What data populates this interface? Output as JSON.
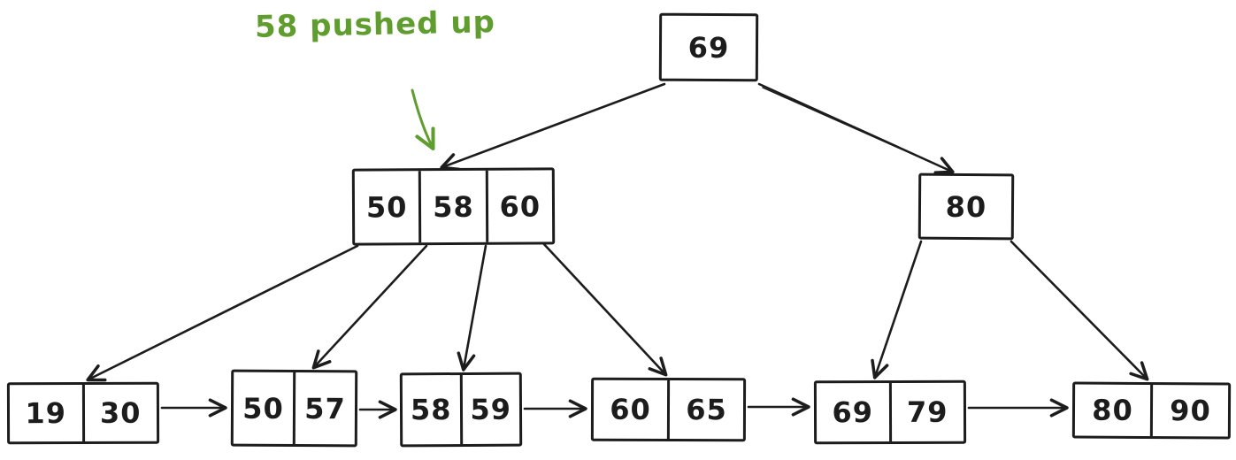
{
  "colors": {
    "ink": "#1c1c1c",
    "accent_green": "#5f9e2e",
    "background": "#ffffff"
  },
  "annotation": {
    "text": "58 pushed up",
    "points_to": "internal-left-node"
  },
  "tree": {
    "type": "b-plus-tree",
    "root": {
      "keys": [
        "69"
      ]
    },
    "internal": [
      {
        "id": "internal-left",
        "keys": [
          "50",
          "58",
          "60"
        ]
      },
      {
        "id": "internal-right",
        "keys": [
          "80"
        ]
      }
    ],
    "leaves": [
      {
        "id": "leaf-1",
        "keys": [
          "19",
          "30"
        ]
      },
      {
        "id": "leaf-2",
        "keys": [
          "50",
          "57"
        ]
      },
      {
        "id": "leaf-3",
        "keys": [
          "58",
          "59"
        ]
      },
      {
        "id": "leaf-4",
        "keys": [
          "60",
          "65"
        ]
      },
      {
        "id": "leaf-5",
        "keys": [
          "69",
          "79"
        ]
      },
      {
        "id": "leaf-6",
        "keys": [
          "80",
          "90"
        ]
      }
    ],
    "edges": [
      {
        "from": "root",
        "to": "internal-left"
      },
      {
        "from": "root",
        "to": "internal-right"
      },
      {
        "from": "internal-left",
        "to": "leaf-1"
      },
      {
        "from": "internal-left",
        "to": "leaf-2"
      },
      {
        "from": "internal-left",
        "to": "leaf-3"
      },
      {
        "from": "internal-left",
        "to": "leaf-4"
      },
      {
        "from": "internal-right",
        "to": "leaf-5"
      },
      {
        "from": "internal-right",
        "to": "leaf-6"
      },
      {
        "from": "leaf-1",
        "to": "leaf-2"
      },
      {
        "from": "leaf-2",
        "to": "leaf-3"
      },
      {
        "from": "leaf-3",
        "to": "leaf-4"
      },
      {
        "from": "leaf-4",
        "to": "leaf-5"
      },
      {
        "from": "leaf-5",
        "to": "leaf-6"
      }
    ]
  }
}
